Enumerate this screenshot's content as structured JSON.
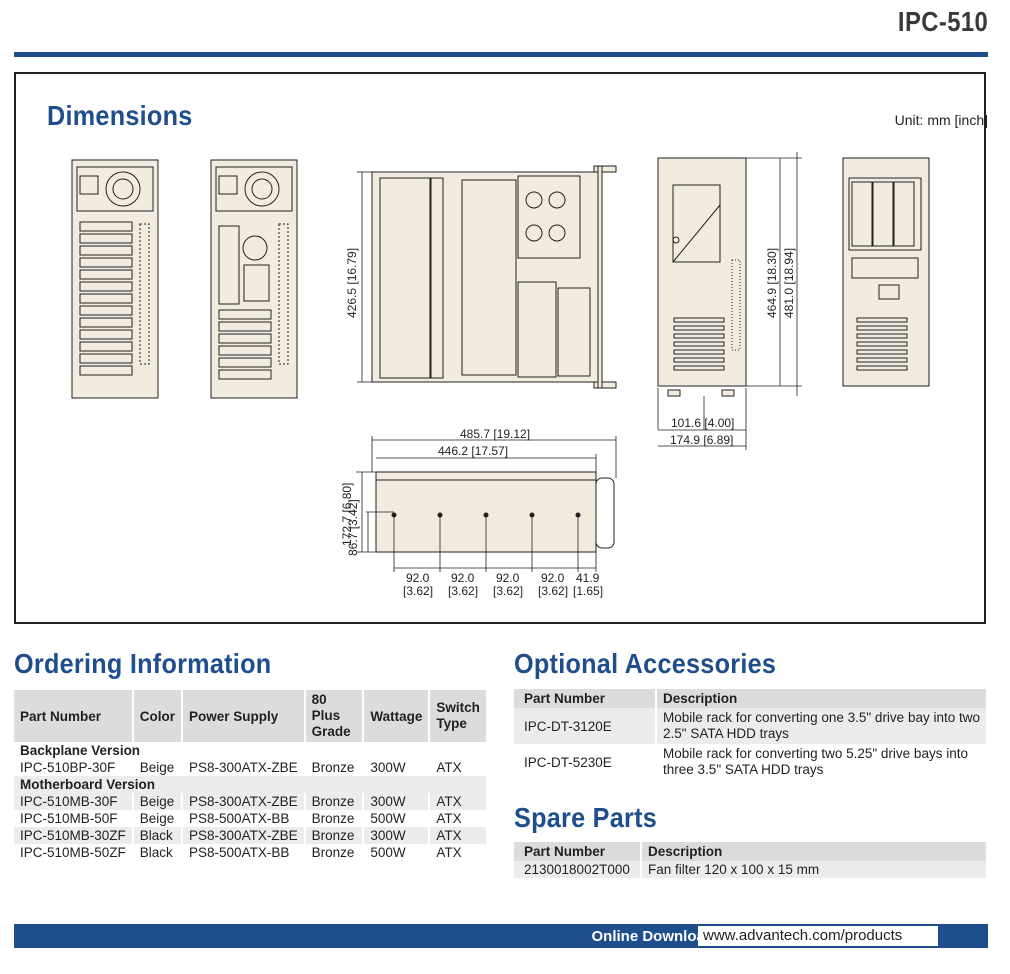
{
  "header": {
    "model": "IPC-510"
  },
  "dimensions": {
    "title": "Dimensions",
    "unit_note": "Unit: mm [inch]",
    "labels": {
      "depth": "426.5 [16.79]",
      "height_outer": "481.0 [18.94]",
      "height_inner": "464.9 [18.30]",
      "side_width_a": "101.6 [4.00]",
      "side_width_b": "174.9 [6.89]",
      "width_outer": "485.7 [19.12]",
      "width_inner": "446.2 [17.57]",
      "front_h_outer": "172.7 [6.80]",
      "front_h_inner": "86.7 [3.42]",
      "pitch_1a": "92.0",
      "pitch_1b": "[3.62]",
      "pitch_2a": "92.0",
      "pitch_2b": "[3.62]",
      "pitch_3a": "92.0",
      "pitch_3b": "[3.62]",
      "pitch_4a": "92.0",
      "pitch_4b": "[3.62]",
      "pitch_5a": "41.9",
      "pitch_5b": "[1.65]"
    }
  },
  "ordering": {
    "title": "Ordering Information",
    "headers": [
      "Part Number",
      "Color",
      "Power Supply",
      "80 Plus Grade",
      "Wattage",
      "Switch Type"
    ],
    "groups": [
      {
        "name": "Backplane Version",
        "rows": [
          [
            "IPC-510BP-30F",
            "Beige",
            "PS8-300ATX-ZBE",
            "Bronze",
            "300W",
            "ATX"
          ]
        ]
      },
      {
        "name": "Motherboard Version",
        "rows": [
          [
            "IPC-510MB-30F",
            "Beige",
            "PS8-300ATX-ZBE",
            "Bronze",
            "300W",
            "ATX"
          ],
          [
            "IPC-510MB-50F",
            "Beige",
            "PS8-500ATX-BB",
            "Bronze",
            "500W",
            "ATX"
          ],
          [
            "IPC-510MB-30ZF",
            "Black",
            "PS8-300ATX-ZBE",
            "Bronze",
            "300W",
            "ATX"
          ],
          [
            "IPC-510MB-50ZF",
            "Black",
            "PS8-500ATX-BB",
            "Bronze",
            "500W",
            "ATX"
          ]
        ]
      }
    ]
  },
  "accessories": {
    "title": "Optional Accessories",
    "headers": [
      "Part Number",
      "Description"
    ],
    "rows": [
      [
        "IPC-DT-3120E",
        "Mobile rack for converting one 3.5\" drive bay into two",
        "2.5\" SATA HDD trays"
      ],
      [
        "IPC-DT-5230E",
        "Mobile rack for converting two 5.25\" drive bays into",
        "three 3.5\" SATA HDD trays"
      ]
    ]
  },
  "spares": {
    "title": "Spare Parts",
    "headers": [
      "Part Number",
      "Description"
    ],
    "rows": [
      [
        "2130018002T000",
        "Fan filter 120 x 100 x 15 mm"
      ]
    ]
  },
  "footer": {
    "label": "Online Download",
    "url": "www.advantech.com/products"
  },
  "colors": {
    "brand_blue": "#1f4e8c",
    "chassis_beige": "#f2ece0",
    "table_header": "#dcdcdc"
  }
}
